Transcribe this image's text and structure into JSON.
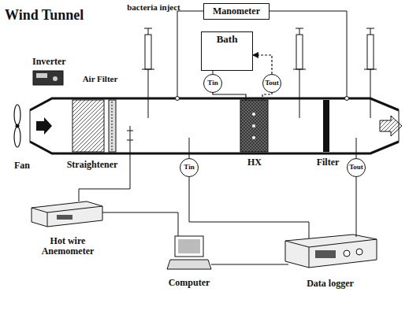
{
  "diagram": {
    "title": "Wind Tunnel",
    "nodes": [
      {
        "text": [
          "Manometer"
        ]
      },
      {
        "text": [
          "Bath"
        ]
      },
      {
        "text": [
          "Tin"
        ]
      },
      {
        "text": [
          "Tout"
        ]
      },
      {
        "text": [
          "Tin"
        ]
      },
      {
        "text": [
          "Tout"
        ]
      },
      {
        "text": [
          "Inverter"
        ]
      },
      {
        "text": [
          "Hot wire Anemometer"
        ]
      },
      {
        "text": [
          "Computer"
        ]
      },
      {
        "text": [
          "Data logger"
        ]
      }
    ],
    "edges": [
      {
        "from": 1,
        "to": 2,
        "arrow": "none"
      },
      {
        "from": 3,
        "to": 1,
        "arrow": "to"
      },
      {
        "from": 4,
        "to": 9,
        "arrow": "none"
      },
      {
        "from": 5,
        "to": 9,
        "arrow": "none"
      },
      {
        "from": 7,
        "to": 8,
        "arrow": "none"
      },
      {
        "from": 8,
        "to": 9,
        "arrow": "none"
      }
    ],
    "labels": [
      "bacteria inject",
      "Air Filter",
      "Fan",
      "Straightener",
      "HX",
      "Filter"
    ]
  }
}
